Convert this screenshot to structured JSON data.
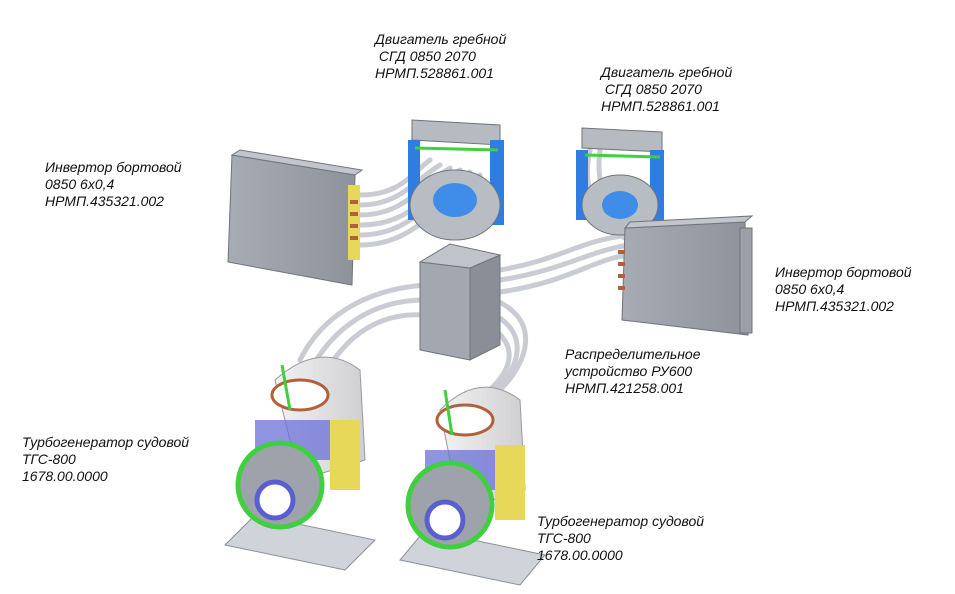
{
  "labels": {
    "motor_left": [
      "Двигатель гребной",
      " СГД 0850 2070",
      "НРМП.528861.001"
    ],
    "motor_right": [
      "Двигатель гребной",
      " СГД 0850 2070",
      "НРМП.528861.001"
    ],
    "inverter_left": [
      "Инвертор бортовой",
      "0850 6х0,4",
      "НРМП.435321.002"
    ],
    "inverter_right": [
      "Инвертор бортовой",
      "0850 6х0,4",
      "НРМП.435321.002"
    ],
    "distribution_unit": [
      "Распределительное",
      "устройство РУ600",
      "НРМП.421258.001"
    ],
    "turbogen_left": [
      "Турбогенератор судовой",
      "ТГС-800",
      "1678.00.0000"
    ],
    "turbogen_right": [
      "Турбогенератор судовой",
      "ТГС-800",
      "1678.00.0000"
    ]
  },
  "colors": {
    "housing": "#9ea3ab",
    "cable": "#c9ccd2",
    "motor_blue": "#2f7de0",
    "accent_green": "#3fcf3f",
    "accent_yellow": "#e8d85a",
    "terminal_copper": "#b0603a"
  }
}
